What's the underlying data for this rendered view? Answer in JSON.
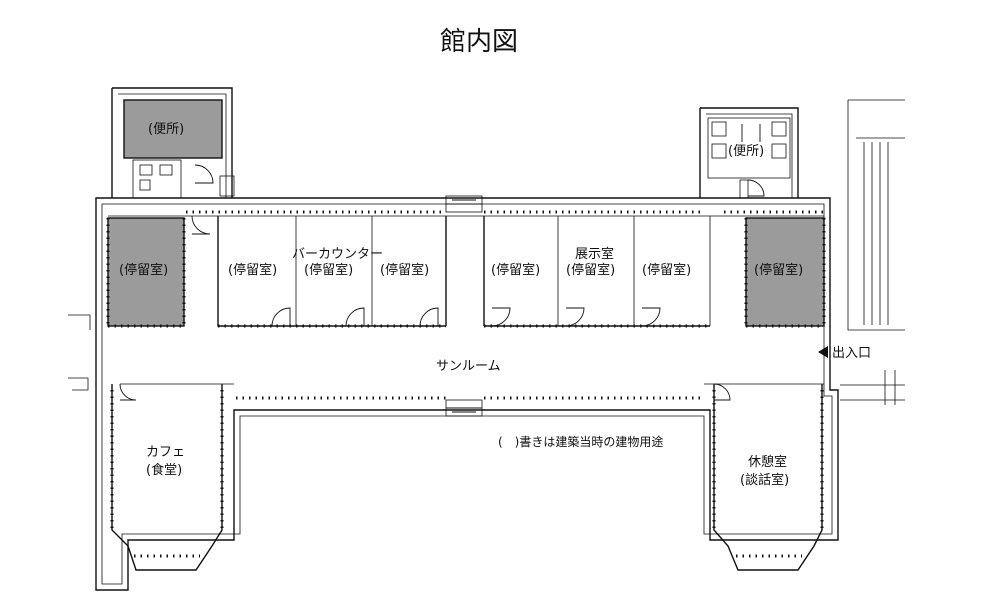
{
  "title": "館内図",
  "rooms": {
    "toilet_left": "(便所)",
    "toilet_right": "(便所)",
    "waiting_1": "(停留室)",
    "waiting_2": "(停留室)",
    "bar_counter": "バーカウンター",
    "waiting_3": "(停留室)",
    "waiting_4": "(停留室)",
    "waiting_5": "(停留室)",
    "exhibition": "展示室",
    "waiting_6": "(停留室)",
    "waiting_7": "(停留室)",
    "waiting_8": "(停留室)",
    "sunroom": "サンルーム",
    "entrance": "出入口",
    "cafe": "カフェ",
    "cafe_sub": "(食堂)",
    "lounge": "休憩室",
    "lounge_sub": "(談話室)",
    "legend_note": "(　)書きは建築当時の建物用途"
  },
  "colors": {
    "shaded_room": "#9b9b9b",
    "line": "#111111"
  },
  "icons": {
    "entrance_marker": "triangle-left-icon"
  }
}
